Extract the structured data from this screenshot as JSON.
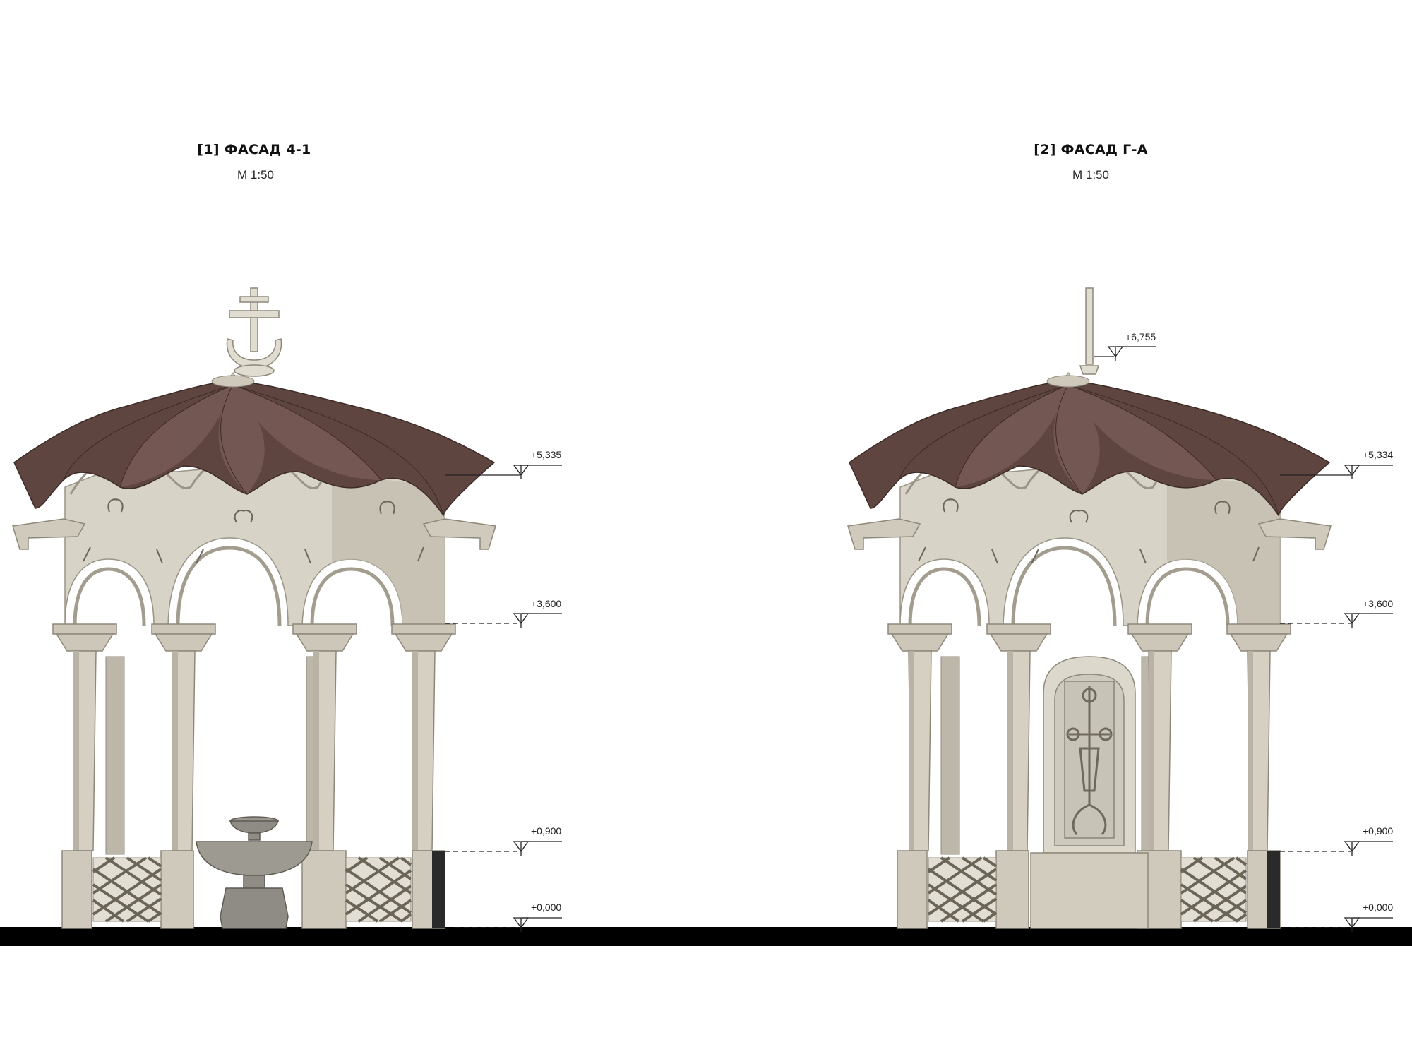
{
  "drawings": [
    {
      "id": "facade-1",
      "title": "[1] ФАСАД 4-1",
      "scale": "М 1:50",
      "finial": "cross",
      "centerpiece": "fountain",
      "levels": [
        "+5,335",
        "+3,600",
        "+0,900",
        "+0,000"
      ]
    },
    {
      "id": "facade-2",
      "title": "[2] ФАСАД Г-А",
      "scale": "М 1:50",
      "finial": "spire",
      "centerpiece": "khachkar",
      "levels": [
        "+6,755",
        "+5,334",
        "+3,600",
        "+0,900",
        "+0,000"
      ]
    }
  ],
  "colors": {
    "roof": "#5e4540",
    "roof_light": "#7d605a",
    "stone": "#d9d4c8",
    "stone_shadow": "#b9b3a5",
    "ground": "#000000"
  }
}
